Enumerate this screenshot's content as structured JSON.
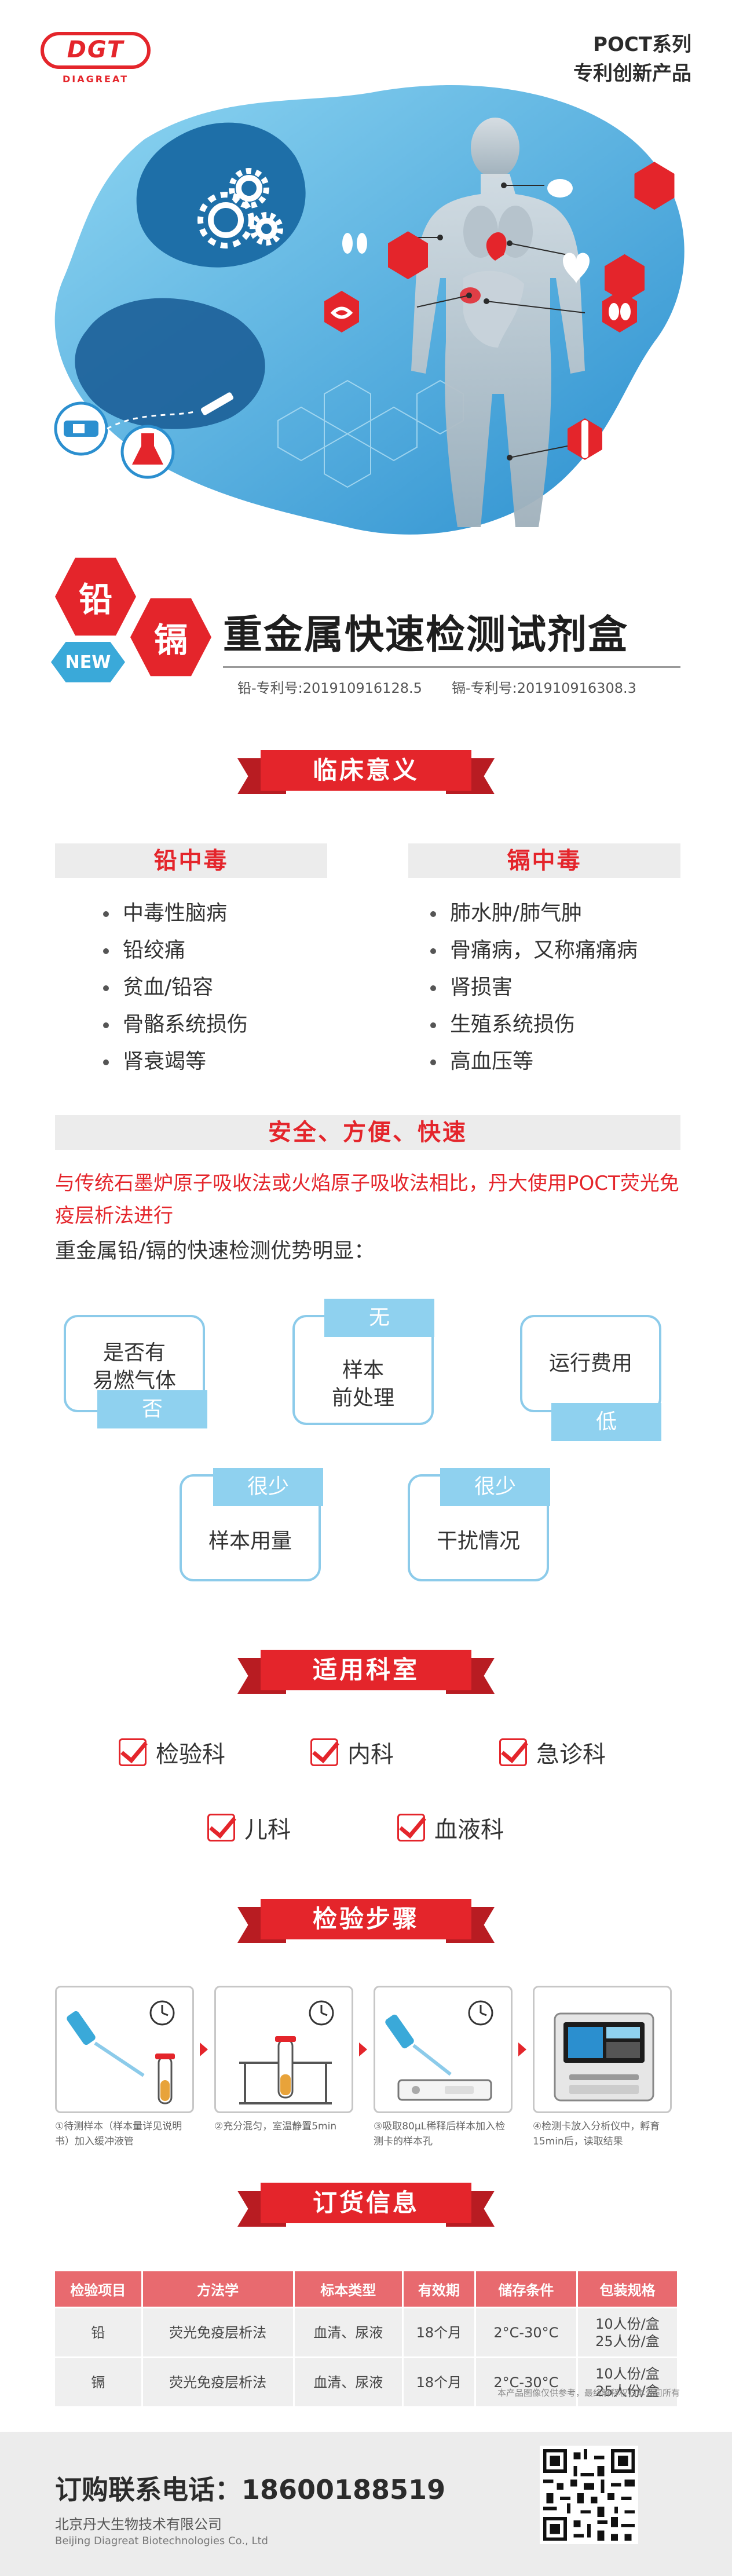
{
  "brand": {
    "logo_text": "DGT",
    "logo_sub": "DIAGREAT",
    "series_line1": "POCT系列",
    "series_line2": "专利创新产品"
  },
  "product": {
    "badge_lead": "铅",
    "badge_cadmium": "镉",
    "badge_new": "NEW",
    "title": "重金属快速检测试剂盒",
    "patent_lead": "铅-专利号:201910916128.5",
    "patent_cadmium": "镉-专利号:201910916308.3"
  },
  "clinical": {
    "heading": "临床意义",
    "lead": {
      "title": "铅中毒",
      "items": [
        "中毒性脑病",
        "铅绞痛",
        "贫血/铅容",
        "骨骼系统损伤",
        "肾衰竭等"
      ]
    },
    "cadmium": {
      "title": "镉中毒",
      "items": [
        "肺水肿/肺气肿",
        "骨痛病，又称痛痛病",
        "肾损害",
        "生殖系统损伤",
        "高血压等"
      ]
    }
  },
  "advantages": {
    "heading": "安全、方便、快速",
    "intro_red": "与传统石墨炉原子吸收法或火焰原子吸收法相比，丹大使用POCT荧光免疫层析法进行",
    "intro": "重金属铅/镉的快速检测优势明显：",
    "boxes": [
      {
        "label": "是否有\n易燃气体",
        "tag": "否"
      },
      {
        "label": "样本\n前处理",
        "tag": "无"
      },
      {
        "label": "运行费用",
        "tag": "低"
      },
      {
        "label": "样本用量",
        "tag": "很少"
      },
      {
        "label": "干扰情况",
        "tag": "很少"
      }
    ]
  },
  "departments": {
    "heading": "适用科室",
    "items": [
      "检验科",
      "内科",
      "急诊科",
      "儿科",
      "血液科"
    ]
  },
  "steps": {
    "heading": "检验步骤",
    "captions": [
      "①待测样本（样本量详见说明书）加入缓冲液管",
      "②充分混匀，室温静置5min",
      "③吸取80μL稀释后样本加入检测卡的样本孔",
      "④检测卡放入分析仪中，孵育15min后，读取结果"
    ]
  },
  "order": {
    "heading": "订货信息",
    "columns": [
      "检验项目",
      "方法学",
      "标本类型",
      "有效期",
      "储存条件",
      "包装规格"
    ],
    "rows": [
      [
        "铅",
        "荧光免疫层析法",
        "血清、尿液",
        "18个月",
        "2°C-30°C",
        "10人份/盒\n25人份/盒"
      ],
      [
        "镉",
        "荧光免疫层析法",
        "血清、尿液",
        "18个月",
        "2°C-30°C",
        "10人份/盒\n25人份/盒"
      ]
    ],
    "note": "本产品图像仅供参考，最终解释权归本公司所有"
  },
  "contact": {
    "phone_label": "订购联系电话：18600188519",
    "company_cn": "北京丹大生物技术有限公司",
    "company_en": "Beijing Diagreat Biotechnologies Co., Ltd"
  },
  "colors": {
    "brand_red": "#e4252b",
    "accent_blue": "#3aa9d9",
    "light_blue": "#8fd1ef",
    "dark_blue": "#1e6fa8"
  },
  "icons": [
    "gears-icon",
    "brain-icon",
    "lungs-icon",
    "heart-icon",
    "intestine-icon",
    "kidney-icon",
    "knee-joint-icon",
    "test-tube-icon",
    "flask-icon",
    "syringe-icon",
    "clock-icon",
    "analyzer-icon",
    "qr-code-icon",
    "checkbox-icon"
  ]
}
